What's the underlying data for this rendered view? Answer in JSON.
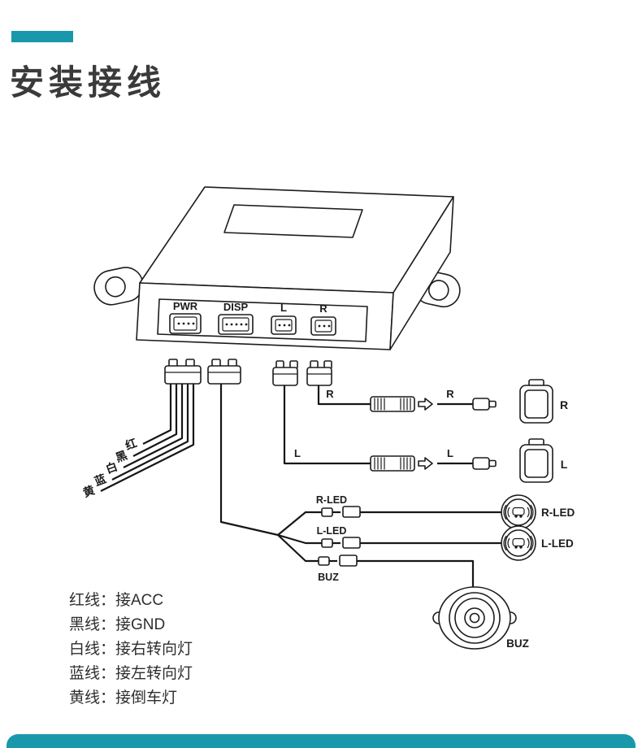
{
  "theme": {
    "accent_color": "#1898AA",
    "line_color": "#1c1c1c"
  },
  "header": {
    "title": "安装接线"
  },
  "diagram": {
    "ports": [
      {
        "label": "PWR"
      },
      {
        "label": "DISP"
      },
      {
        "label": "L"
      },
      {
        "label": "R"
      }
    ],
    "power_wires": [
      {
        "label": "红"
      },
      {
        "label": "黑"
      },
      {
        "label": "白"
      },
      {
        "label": "蓝"
      },
      {
        "label": "黄"
      }
    ],
    "sensor_runs": {
      "right": {
        "near_label": "R",
        "plug_label": "R"
      },
      "left": {
        "near_label": "L",
        "plug_label": "L"
      }
    },
    "modules": {
      "right": {
        "label": "R"
      },
      "left": {
        "label": "L"
      }
    },
    "branches": {
      "r_led": "R-LED",
      "l_led": "L-LED",
      "buzzer": "BUZ"
    },
    "indicators": {
      "r_led": "R-LED",
      "l_led": "L-LED",
      "buzzer": "BUZ"
    }
  },
  "legend": {
    "items": [
      {
        "text": "红线：接ACC"
      },
      {
        "text": "黑线：接GND"
      },
      {
        "text": "白线：接右转向灯"
      },
      {
        "text": "蓝线：接左转向灯"
      },
      {
        "text": "黄线：接倒车灯"
      }
    ]
  }
}
